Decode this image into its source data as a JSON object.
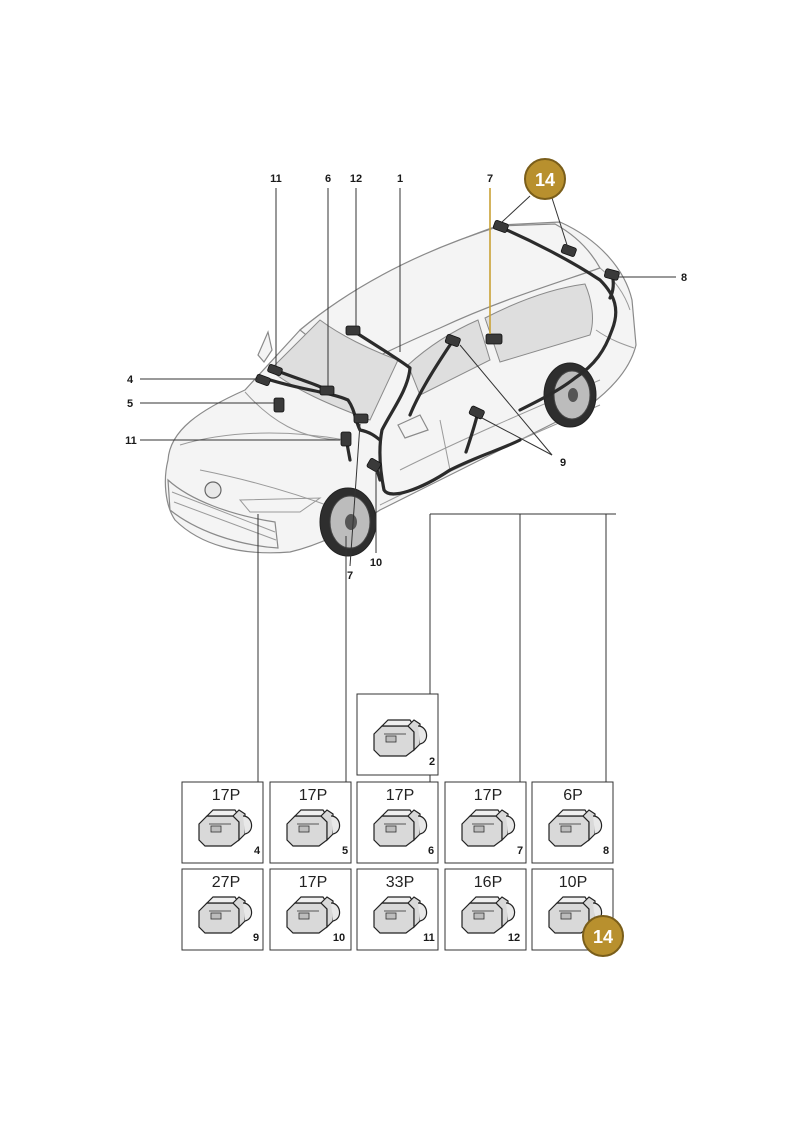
{
  "colors": {
    "badge_fill": "#b8902e",
    "badge_stroke": "#7a5e1a",
    "highlight_line": "#c9a235",
    "harness": "#2b2b2b"
  },
  "callouts": {
    "top_11": "11",
    "top_6": "6",
    "top_12": "12",
    "top_1": "1",
    "top_7": "7",
    "right_8": "8",
    "left_4": "4",
    "left_5": "5",
    "left_11": "11",
    "right_9": "9",
    "bottom_7": "7",
    "bottom_10": "10"
  },
  "badge_top": "14",
  "badge_bottom": "14",
  "connector_boxes": [
    {
      "id": "box-2",
      "label": "",
      "number": "2"
    },
    {
      "id": "box-4",
      "label": "17P",
      "number": "4"
    },
    {
      "id": "box-5",
      "label": "17P",
      "number": "5"
    },
    {
      "id": "box-6",
      "label": "17P",
      "number": "6"
    },
    {
      "id": "box-7",
      "label": "17P",
      "number": "7"
    },
    {
      "id": "box-8",
      "label": "6P",
      "number": "8"
    },
    {
      "id": "box-9",
      "label": "27P",
      "number": "9"
    },
    {
      "id": "box-10",
      "label": "17P",
      "number": "10"
    },
    {
      "id": "box-11",
      "label": "33P",
      "number": "11"
    },
    {
      "id": "box-12",
      "label": "16P",
      "number": "12"
    },
    {
      "id": "box-14",
      "label": "10P",
      "number": ""
    }
  ]
}
